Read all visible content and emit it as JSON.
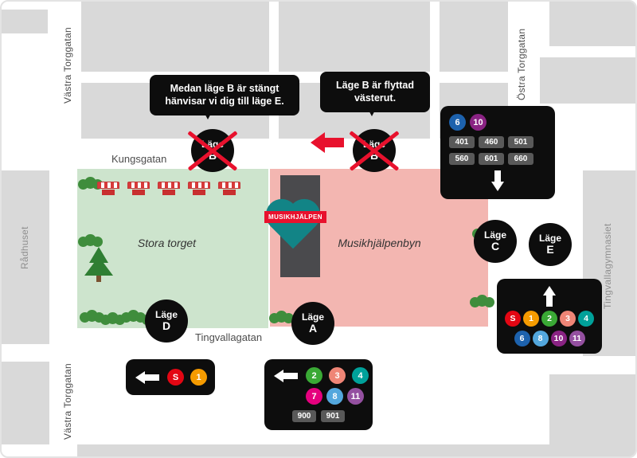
{
  "line_colors": {
    "S": "#e30613",
    "1": "#f59b00",
    "2": "#3aa935",
    "3": "#ef8576",
    "4": "#00a19a",
    "6": "#1d62ad",
    "7": "#e5007e",
    "8": "#53a7dd",
    "10": "#8a2383",
    "11": "#9450a0"
  },
  "streets": {
    "vastra_top": "Västra Torggatan",
    "vastra_bottom": "Västra Torggatan",
    "ostra": "Östra Torggatan",
    "kungsgatan": "Kungsgatan",
    "tingvallagatan": "Tingvallagatan"
  },
  "places": {
    "radhuset": "Rådhuset",
    "tingvallagymnasiet": "Tingvallagymnasiet",
    "stora_torget": "Stora torget",
    "musikhjalpenbyn": "Musikhjälpenbyn",
    "banner": "MUSIKHJÄLPEN"
  },
  "bubbles": {
    "closed_notice": {
      "line1": "Medan läge B är stängt",
      "line2": "hänvisar vi dig till läge E."
    },
    "moved_notice": {
      "line1": "Läge B är flyttad",
      "line2": "västerut."
    }
  },
  "stops": {
    "word": "Läge",
    "a": "A",
    "b": "B",
    "c": "C",
    "d": "D",
    "e": "E"
  },
  "stop_c_box": {
    "dots": [
      "6",
      "10"
    ],
    "pills": [
      "401",
      "460",
      "501",
      "560",
      "601",
      "660"
    ]
  },
  "stop_e_box": {
    "row1": [
      "S",
      "1",
      "2",
      "3",
      "4"
    ],
    "row2": [
      "6",
      "8",
      "10",
      "11"
    ]
  },
  "stop_d_box": {
    "dots": [
      "S",
      "1"
    ]
  },
  "stop_a_box": {
    "row1": [
      "2",
      "3",
      "4"
    ],
    "row2": [
      "7",
      "8",
      "11"
    ],
    "pills": [
      "900",
      "901"
    ]
  }
}
